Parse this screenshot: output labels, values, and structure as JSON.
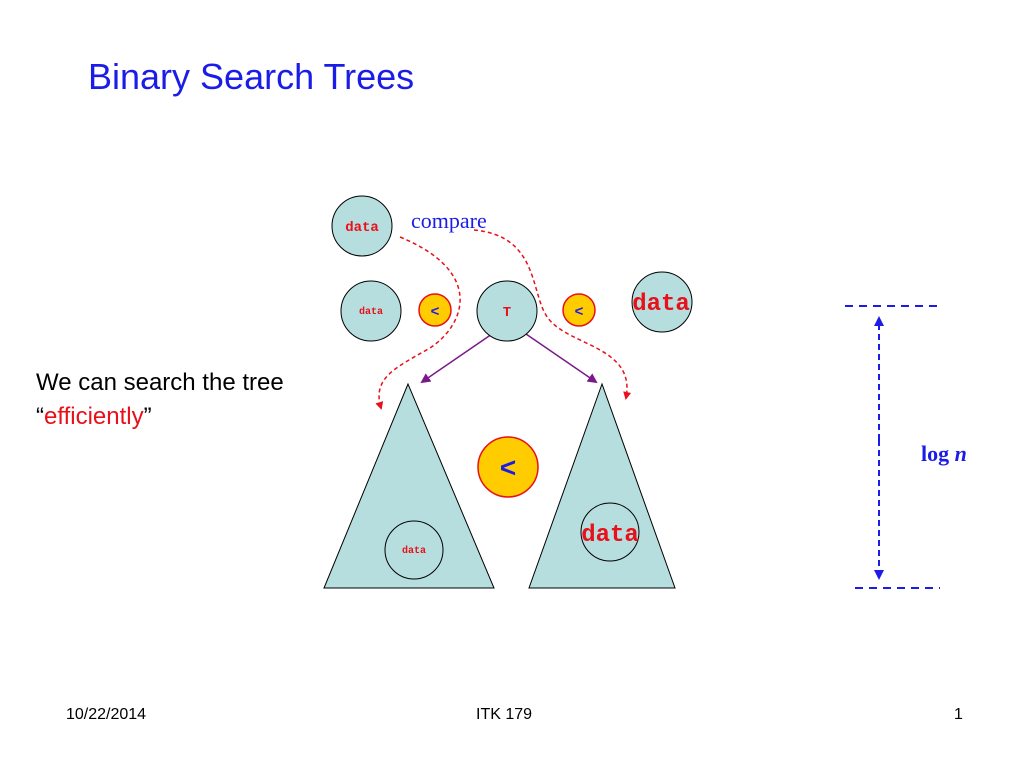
{
  "slide": {
    "title": "Binary Search Trees",
    "body_lead": "We can search the tree “",
    "body_highlight": "efficiently",
    "body_tail": "”"
  },
  "diagram": {
    "top_node_label": "data",
    "compare_label": "compare",
    "left_node_label": "data",
    "left_lt_label": "<",
    "root_label": "T",
    "right_lt_label": "<",
    "right_node_label": "data",
    "center_lt_label": "<",
    "left_subtree_node_label": "data",
    "right_subtree_node_label": "data",
    "height_label_prefix": "log ",
    "height_label_var": "n"
  },
  "colors": {
    "title": "#1c1ce8",
    "highlight": "#e8101a",
    "node_fill": "#b7dede",
    "lt_fill": "#ffcc00",
    "lt_stroke": "#e8101a",
    "edge": "#7a1a8a",
    "dim_line": "#1c1ce8"
  },
  "footer": {
    "date": "10/22/2014",
    "course": "ITK 179",
    "page": "1"
  }
}
